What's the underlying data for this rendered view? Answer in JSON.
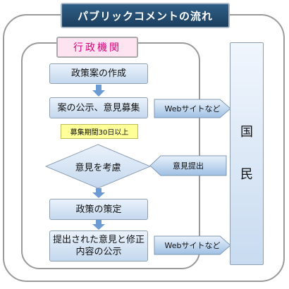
{
  "title": "パブリックコメントの流れ",
  "government_label": "行政機関",
  "steps": {
    "draft": "政策案の作成",
    "announce": "案の公示、意見募集",
    "consider": "意見を考慮",
    "decide": "政策の策定",
    "publish": "提出された意見と修正内容の公示"
  },
  "period_note": "募集期間30日以上",
  "channels": {
    "website_1": "Webサイトなど",
    "submit_opinion": "意見提出",
    "website_2": "Webサイトなど"
  },
  "public_label": {
    "char_1": "国",
    "char_2": "民"
  },
  "colors": {
    "title_bg": "#244a6e",
    "government_text": "#d6007a",
    "government_bg": "#fde4f0",
    "step_fill": "#c4d8ee",
    "note_bg": "#ffff99",
    "arrow_fill": "#6b9bd2"
  }
}
